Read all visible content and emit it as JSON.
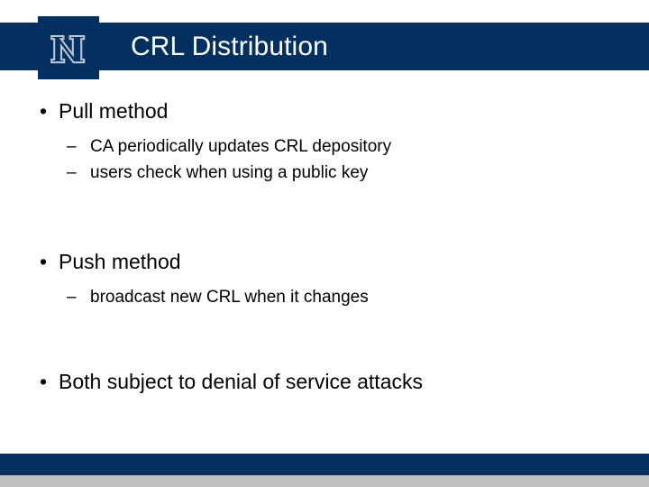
{
  "slide": {
    "title": "CRL Distribution",
    "logo_letter": "N",
    "logo_name": "university-of-nevada-reno-logo"
  },
  "colors": {
    "navy": "#03305e",
    "gray": "#bec0c2",
    "title_text": "#ffffff",
    "body_text": "#000000",
    "logo_outline": "#b8c6d8"
  },
  "content": {
    "blocks": [
      {
        "bullet_marker": "•",
        "heading": "Pull method",
        "subs": [
          {
            "marker": "–",
            "text": "CA periodically updates CRL depository"
          },
          {
            "marker": "–",
            "text": "users check when using a public key"
          }
        ]
      },
      {
        "bullet_marker": "•",
        "heading": "Push method",
        "subs": [
          {
            "marker": "–",
            "text": "broadcast new CRL when it changes"
          }
        ]
      },
      {
        "bullet_marker": "•",
        "heading": "Both subject to denial of service attacks",
        "subs": []
      }
    ]
  }
}
